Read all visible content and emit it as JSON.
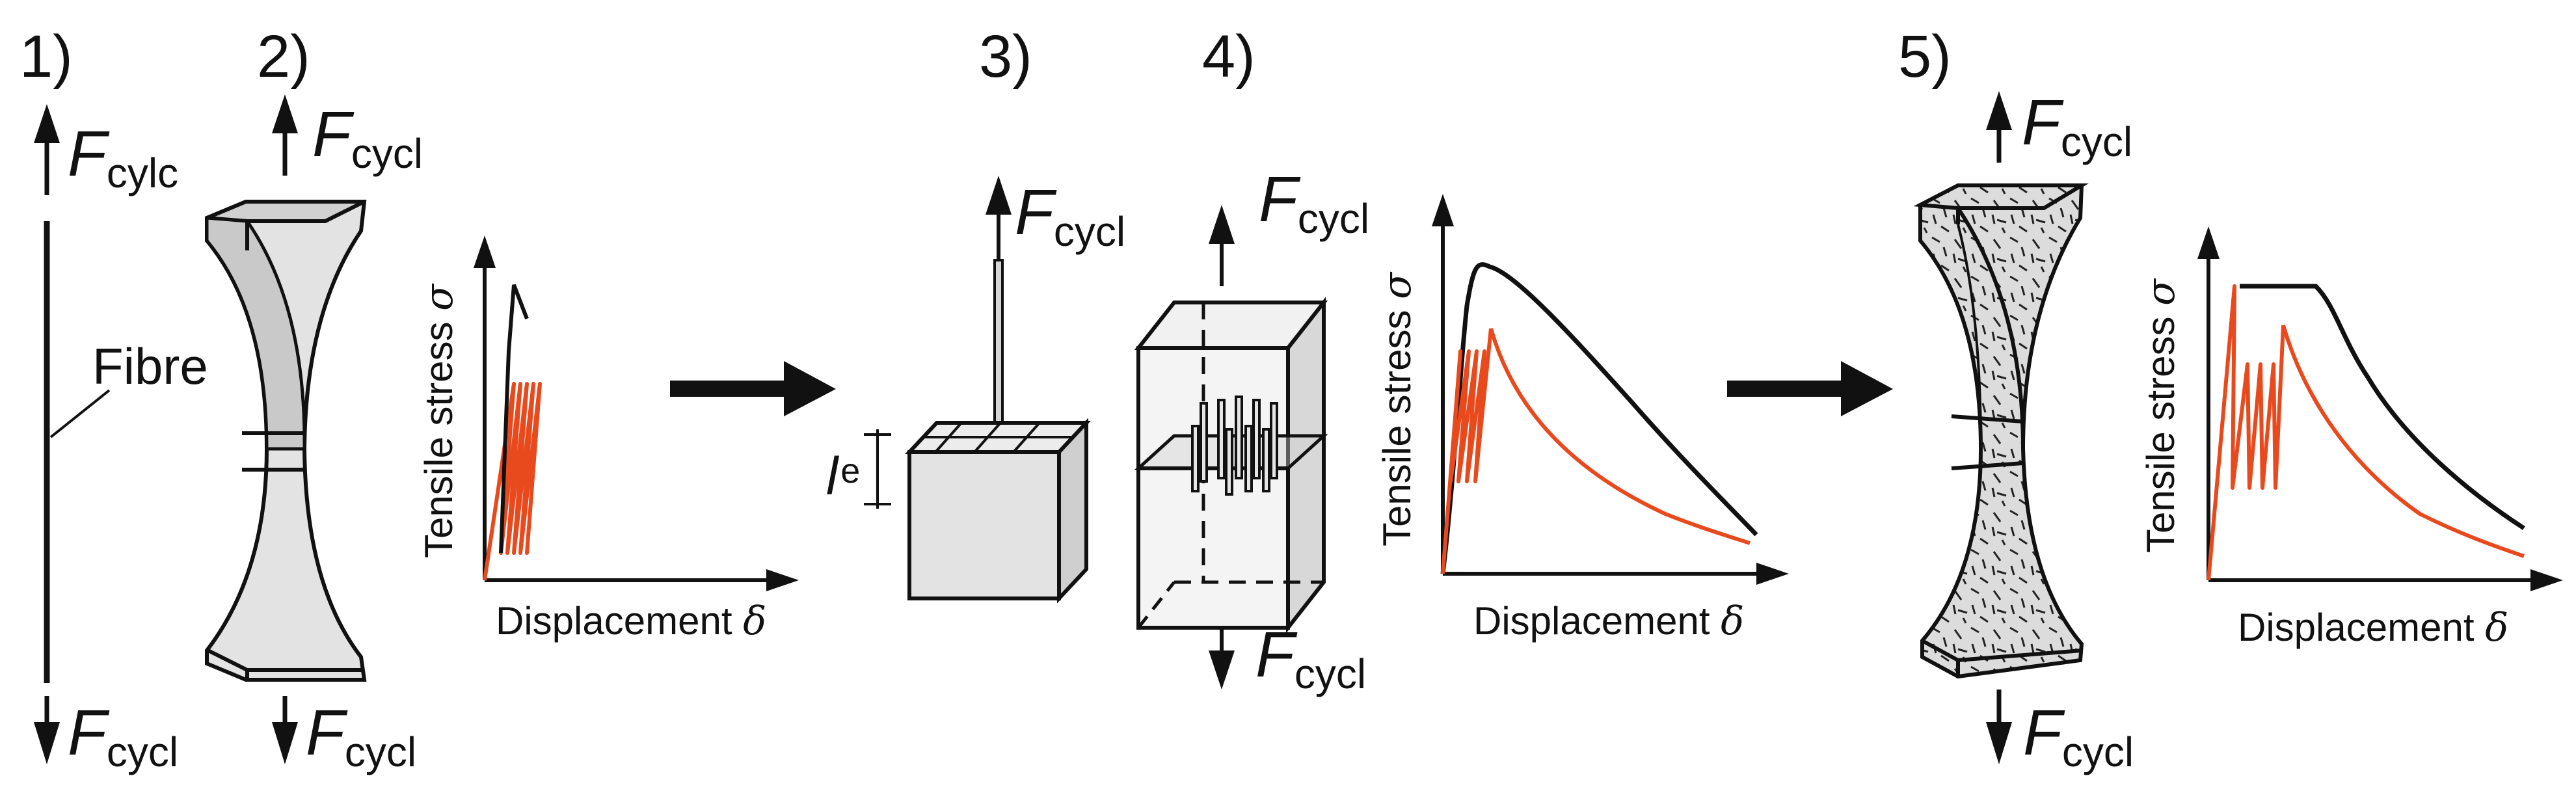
{
  "steps": {
    "s1": "1)",
    "s2": "2)",
    "s3": "3)",
    "s4": "4)",
    "s5": "5)"
  },
  "force": {
    "symbol": "F",
    "sub_top_fibre": "cylc",
    "sub": "cycl"
  },
  "fibre_label": "Fibre",
  "embedment": {
    "symbol": "l",
    "sub": "e"
  },
  "axes": {
    "ylabel": "Tensile stress",
    "ysymbol": "σ",
    "xlabel": "Displacement",
    "xsymbol": "δ"
  },
  "colors": {
    "ink": "#111111",
    "cyclic": "#e8491d",
    "specimen_fill": "#e3e3e3",
    "specimen_shade": "#c9c9c9"
  },
  "chart_data": [
    {
      "type": "line",
      "title": "",
      "xlabel": "Displacement δ",
      "ylabel": "Tensile stress σ",
      "series": [
        {
          "values": [
            [
              0,
              0
            ],
            [
              0.2,
              4.2
            ],
            [
              0.05,
              1.5
            ],
            [
              0.2,
              4.2
            ],
            [
              0.05,
              1.5
            ],
            [
              0.2,
              4.2
            ],
            [
              0.05,
              1.5
            ],
            [
              0.2,
              4.2
            ],
            [
              0.05,
              1.5
            ],
            [
              0.2,
              4.2
            ],
            [
              0.05,
              1.5
            ],
            [
              0.2,
              4.2
            ]
          ]
        },
        {
          "values": [
            [
              0.15,
              3.8
            ],
            [
              0.25,
              6.0
            ],
            [
              0.35,
              6.4
            ]
          ]
        }
      ]
    },
    {
      "type": "line",
      "title": "",
      "xlabel": "Displacement δ",
      "ylabel": "Tensile stress σ",
      "series": [
        {
          "values": [
            [
              0,
              0
            ],
            [
              0.5,
              3.0
            ],
            [
              1.5,
              6.7
            ],
            [
              3.0,
              6.0
            ],
            [
              6.0,
              3.0
            ],
            [
              8.0,
              1.0
            ]
          ]
        },
        {
          "values": [
            [
              0,
              0
            ],
            [
              0.6,
              3.5
            ],
            [
              0.3,
              0.5
            ],
            [
              0.6,
              3.5
            ],
            [
              0.3,
              0.5
            ],
            [
              0.6,
              3.5
            ],
            [
              0.3,
              0.5
            ],
            [
              0.6,
              3.5
            ],
            [
              0.3,
              0.5
            ],
            [
              1.8,
              5.0
            ],
            [
              3.0,
              3.2
            ],
            [
              5.0,
              1.6
            ],
            [
              8.0,
              0.6
            ]
          ]
        }
      ]
    },
    {
      "type": "line",
      "title": "",
      "xlabel": "Displacement δ",
      "ylabel": "Tensile stress σ",
      "series": [
        {
          "values": [
            [
              0.7,
              6.8
            ],
            [
              2.0,
              6.8
            ],
            [
              3.0,
              5.2
            ],
            [
              5.0,
              2.8
            ],
            [
              8.0,
              0.8
            ]
          ]
        },
        {
          "values": [
            [
              0,
              0
            ],
            [
              0.6,
              6.8
            ],
            [
              0.6,
              1.0
            ],
            [
              1.0,
              4.8
            ],
            [
              1.0,
              1.0
            ],
            [
              1.4,
              4.8
            ],
            [
              1.4,
              1.0
            ],
            [
              1.8,
              4.8
            ],
            [
              1.8,
              1.0
            ],
            [
              2.1,
              5.3
            ],
            [
              3.5,
              3.0
            ],
            [
              5.5,
              1.6
            ],
            [
              8.0,
              0.6
            ]
          ]
        }
      ]
    }
  ]
}
